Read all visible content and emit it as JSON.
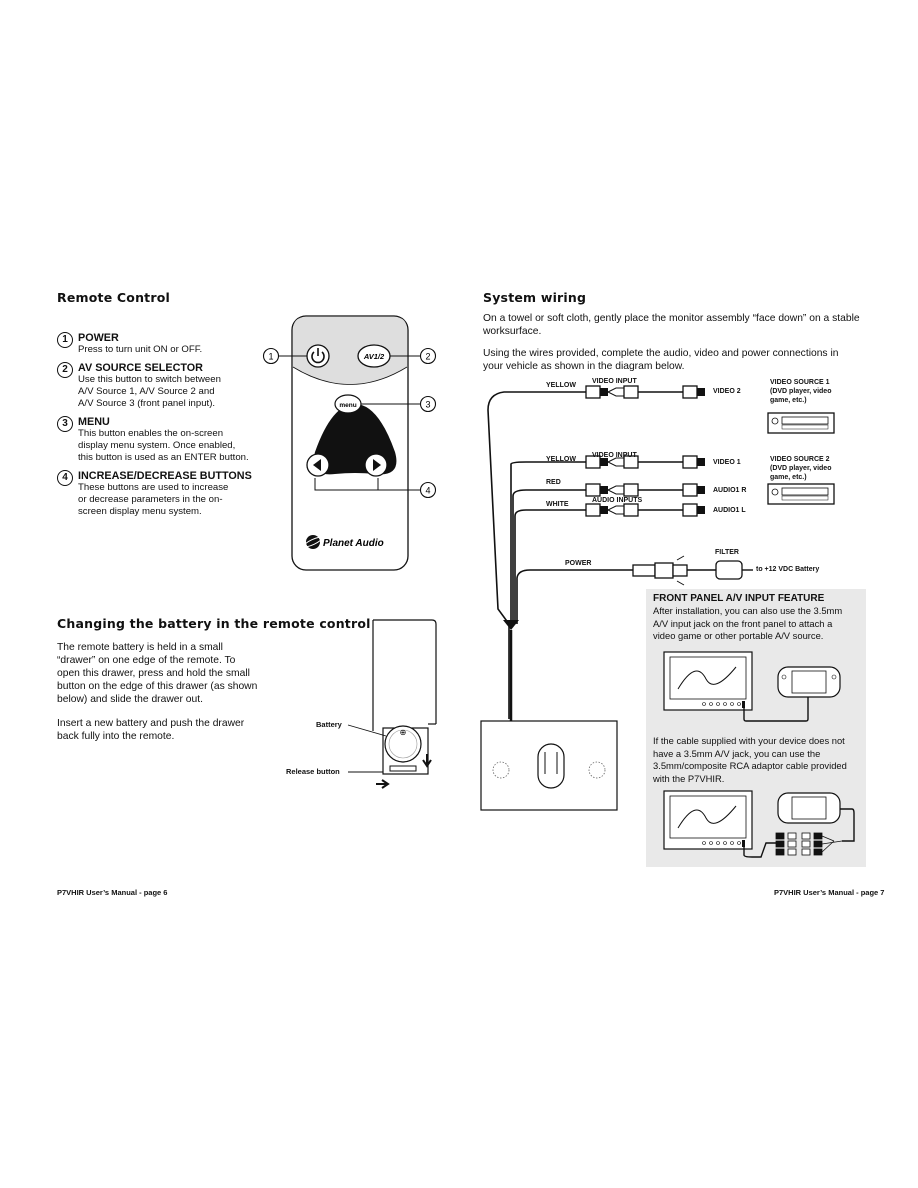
{
  "remote": {
    "heading": "Remote Control",
    "items": [
      {
        "number": "1",
        "title": "POWER",
        "desc": [
          "Press to turn unit ON or OFF."
        ]
      },
      {
        "number": "2",
        "title": "AV SOURCE SELECTOR",
        "desc": [
          "Use this button to switch between",
          "A/V Source 1, A/V Source 2 and",
          "A/V Source 3 (front panel input)."
        ]
      },
      {
        "number": "3",
        "title": "MENU",
        "desc": [
          "This button enables the on-screen",
          "display menu system. Once enabled,",
          "this button is used as an ENTER button."
        ]
      },
      {
        "number": "4",
        "title": "INCREASE/DECREASE BUTTONS",
        "desc": [
          "These buttons are used to increase",
          "or decrease parameters in the on-",
          "screen display menu system."
        ]
      }
    ],
    "button_av": "AV1/2",
    "button_menu": "menu",
    "brand": "Planet Audio",
    "callouts": [
      "1",
      "2",
      "3",
      "4"
    ]
  },
  "battery": {
    "heading": "Changing the battery in the remote control",
    "para1": [
      "The remote battery is held in a small",
      "“drawer” on one edge of the remote. To",
      "open this drawer, press and hold the small",
      "button on the edge of this drawer (as shown",
      "below) and slide the drawer out."
    ],
    "para2": [
      "Insert a new battery and push the drawer",
      "back fully into the remote."
    ],
    "label_battery": "Battery",
    "label_release": "Release button"
  },
  "wiring": {
    "heading": "System wiring",
    "para1": [
      "On a towel or soft cloth, gently place the monitor assembly “face down” on a stable",
      "worksurface."
    ],
    "para2": [
      "Using the wires provided, complete the audio, video and power connections in",
      "your vehicle as shown in the diagram below."
    ],
    "labels": {
      "yellow1": "YELLOW",
      "video_input1": "VIDEO INPUT",
      "video2": "VIDEO 2",
      "source1": [
        "VIDEO SOURCE 1",
        "(DVD player, video",
        "game, etc.)"
      ],
      "yellow2": "YELLOW",
      "video_input2": "VIDEO INPUT",
      "video1": "VIDEO 1",
      "source2": [
        "VIDEO SOURCE 2",
        "(DVD player, video",
        "game, etc.)"
      ],
      "red": "RED",
      "audio1r": "AUDIO1 R",
      "white": "WHITE",
      "audio_inputs": "AUDIO INPUTS",
      "audio1l": "AUDIO1 L",
      "power": "POWER",
      "filter": "FILTER",
      "battery_target": "to +12 VDC Battery"
    }
  },
  "front_panel": {
    "title": "FRONT PANEL A/V INPUT FEATURE",
    "para1": [
      "After installation, you can also use the 3.5mm",
      "A/V input jack on the front panel to attach a",
      "video game or other portable A/V source."
    ],
    "para2": [
      "If the cable supplied with your device does not",
      "have a 3.5mm A/V jack, you can use the",
      "3.5mm/composite RCA adaptor cable provided",
      "with the P7VHIR."
    ]
  },
  "footer": {
    "left": "P7VHIR User’s Manual - page 6",
    "right": "P7VHIR User’s Manual - page 7"
  },
  "colors": {
    "ink": "#111111",
    "panel_bg": "#e9e9e9"
  }
}
